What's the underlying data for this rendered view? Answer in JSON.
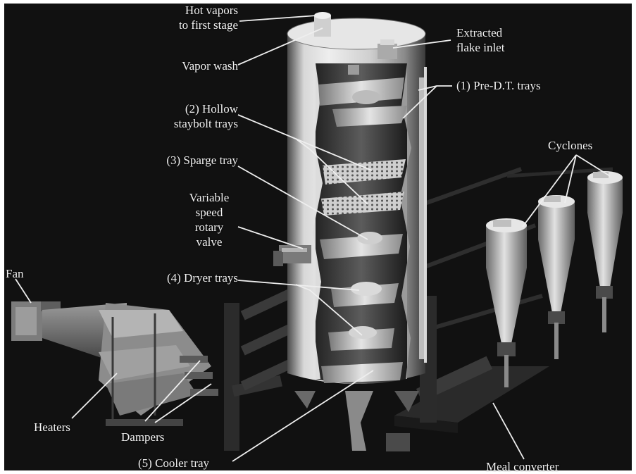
{
  "labels": {
    "hot_vapors": [
      "Hot vapors",
      "to first stage"
    ],
    "vapor_wash": "Vapor wash",
    "extracted_flake_inlet": [
      "Extracted",
      "flake inlet"
    ],
    "pre_dt_trays": "(1) Pre-D.T. trays",
    "hollow_staybolt_trays": [
      "(2) Hollow",
      "staybolt trays"
    ],
    "sparge_tray": "(3) Sparge tray",
    "variable_speed_rotary_valve": [
      "Variable",
      "speed",
      "rotary",
      "valve"
    ],
    "dryer_trays": "(4) Dryer trays",
    "cooler_tray": "(5) Cooler tray",
    "cyclones": "Cyclones",
    "fan": "Fan",
    "heaters": "Heaters",
    "dampers": "Dampers",
    "meal_converter": "Meal converter"
  },
  "colors": {
    "background": "#101010",
    "label_text": "#f2f2f2",
    "leader_line": "#eeeeee",
    "steel_light": "#d6d6d6",
    "steel_dark": "#5a5a5a"
  }
}
